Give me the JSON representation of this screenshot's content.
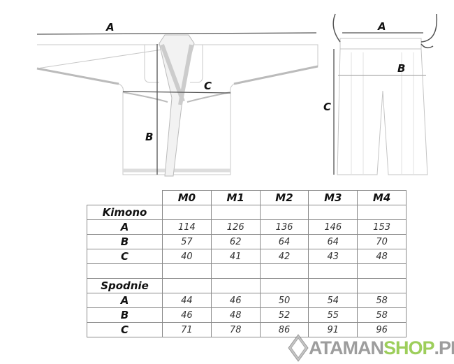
{
  "diagram_labels": {
    "kimono": {
      "a": "A",
      "b": "B",
      "c": "C"
    },
    "pants": {
      "a": "A",
      "b": "B",
      "c": "C"
    }
  },
  "table": {
    "columns": [
      "M0",
      "M1",
      "M2",
      "M3",
      "M4"
    ],
    "sections": [
      {
        "title": "Kimono",
        "rows": [
          {
            "label": "A",
            "values": [
              "114",
              "126",
              "136",
              "146",
              "153"
            ]
          },
          {
            "label": "B",
            "values": [
              "57",
              "62",
              "64",
              "64",
              "70"
            ]
          },
          {
            "label": "C",
            "values": [
              "40",
              "41",
              "42",
              "43",
              "48"
            ]
          }
        ]
      },
      {
        "title": "Spodnie",
        "rows": [
          {
            "label": "A",
            "values": [
              "44",
              "46",
              "50",
              "54",
              "58"
            ]
          },
          {
            "label": "B",
            "values": [
              "46",
              "48",
              "52",
              "55",
              "58"
            ]
          },
          {
            "label": "C",
            "values": [
              "71",
              "78",
              "86",
              "91",
              "96"
            ]
          }
        ]
      }
    ]
  },
  "logo": {
    "part1": "ATAMAN",
    "part2": "SHOP",
    "part3": ".PL",
    "colors": {
      "gray": "#8c8c8c",
      "green": "#8cc63f"
    }
  }
}
